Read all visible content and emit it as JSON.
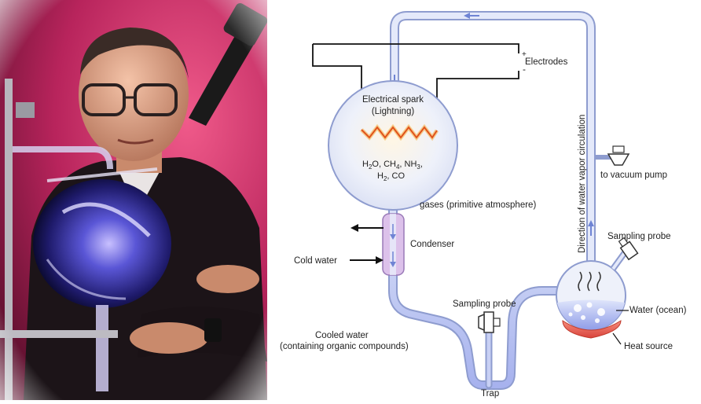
{
  "photo": {
    "subject": "scientist-with-spark-discharge-flask"
  },
  "diagram": {
    "labels": {
      "electrodes": "Electrodes",
      "plus": "+",
      "minus": "-",
      "spark_line1": "Electrical spark",
      "spark_line2": "(Lightning)",
      "gases_line1": "H",
      "gases_line2": "H",
      "gases": "gases (primitive atmosphere)",
      "condenser": "Condenser",
      "cold_water": "Cold water",
      "sampling_probe_top": "Sampling probe",
      "sampling_probe_bottom": "Sampling probe",
      "cooled_water_line1": "Cooled water",
      "cooled_water_line2": "(containing organic compounds)",
      "trap": "Trap",
      "water_ocean": "Water (ocean)",
      "heat_source": "Heat source",
      "vacuum": "to vacuum pump",
      "direction": "Direction of water vapor circulation"
    },
    "formula": {
      "line1": [
        "H",
        "2",
        "O, CH",
        "4",
        ", NH",
        "3",
        ","
      ],
      "line2": [
        "H",
        "2",
        ", CO"
      ]
    },
    "colors": {
      "tube_fill": "#dde4f8",
      "tube_stroke": "#8e9ccf",
      "flask_fill": "#eef1fa",
      "spark": "#f08a1c",
      "heat": "#e2554a",
      "condenser": "#d7b5e3",
      "water": "#a9b6f2"
    }
  }
}
